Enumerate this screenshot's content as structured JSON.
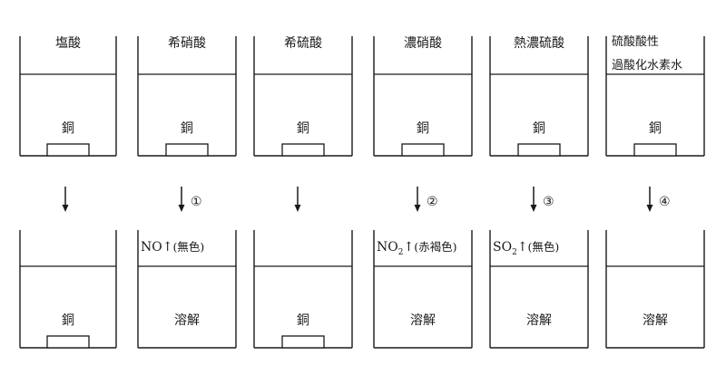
{
  "experiments": [
    {
      "reagent_lines": [
        "塩酸"
      ],
      "metal": "銅",
      "step_marker": "",
      "gas": null,
      "result": "銅"
    },
    {
      "reagent_lines": [
        "希硝酸"
      ],
      "metal": "銅",
      "step_marker": "①",
      "gas": {
        "formula": "NO",
        "subscript": "",
        "arrow": "↑",
        "color_note": "(無色)"
      },
      "result": "溶解"
    },
    {
      "reagent_lines": [
        "希硫酸"
      ],
      "metal": "銅",
      "step_marker": "",
      "gas": null,
      "result": "銅"
    },
    {
      "reagent_lines": [
        "濃硝酸"
      ],
      "metal": "銅",
      "step_marker": "②",
      "gas": {
        "formula": "NO",
        "subscript": "2",
        "arrow": "↑",
        "color_note": "(赤褐色)"
      },
      "result": "溶解"
    },
    {
      "reagent_lines": [
        "熱濃硫酸"
      ],
      "metal": "銅",
      "step_marker": "③",
      "gas": {
        "formula": "SO",
        "subscript": "2",
        "arrow": "↑",
        "color_note": "(無色)"
      },
      "result": "溶解"
    },
    {
      "reagent_lines": [
        "硫酸酸性",
        "過酸化水素水"
      ],
      "metal": "銅",
      "step_marker": "④",
      "gas": null,
      "result": "溶解"
    }
  ],
  "down_arrow_glyph": "↓"
}
